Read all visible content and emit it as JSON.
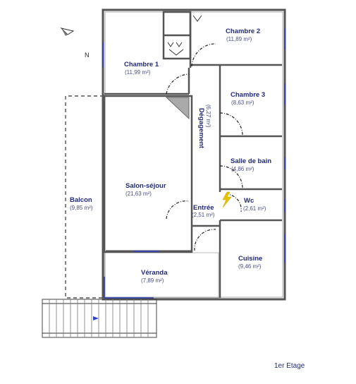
{
  "rooms": {
    "chambre2": {
      "name": "Chambre 2",
      "area": "(11,89 m²)"
    },
    "chambre1": {
      "name": "Chambre 1",
      "area": "(11,99 m²)"
    },
    "chambre3": {
      "name": "Chambre 3",
      "area": "(8,63 m²)"
    },
    "degagement": {
      "name": "Dégagement",
      "area": "(6,27 m²)"
    },
    "sdb": {
      "name": "Salle de bain",
      "area": "(4,86 m²)"
    },
    "salon": {
      "name": "Salon-séjour",
      "area": "(21,63 m²)"
    },
    "wc": {
      "name": "Wc",
      "area": "(2,61 m²)"
    },
    "entree": {
      "name": "Entrée",
      "area": "(2,51 m²)"
    },
    "balcon": {
      "name": "Balcon",
      "area": "(9,85 m²)"
    },
    "cuisine": {
      "name": "Cuisine",
      "area": "(9,46 m²)"
    },
    "veranda": {
      "name": "Véranda",
      "area": "(7,89 m²)"
    }
  },
  "compass": {
    "label": "N"
  },
  "level": {
    "label": "1er Etage"
  },
  "colors": {
    "wall": "#4a4a4a",
    "label": "#1f2a80",
    "accent": "#1a2fcf",
    "electric": "#e8c200"
  }
}
